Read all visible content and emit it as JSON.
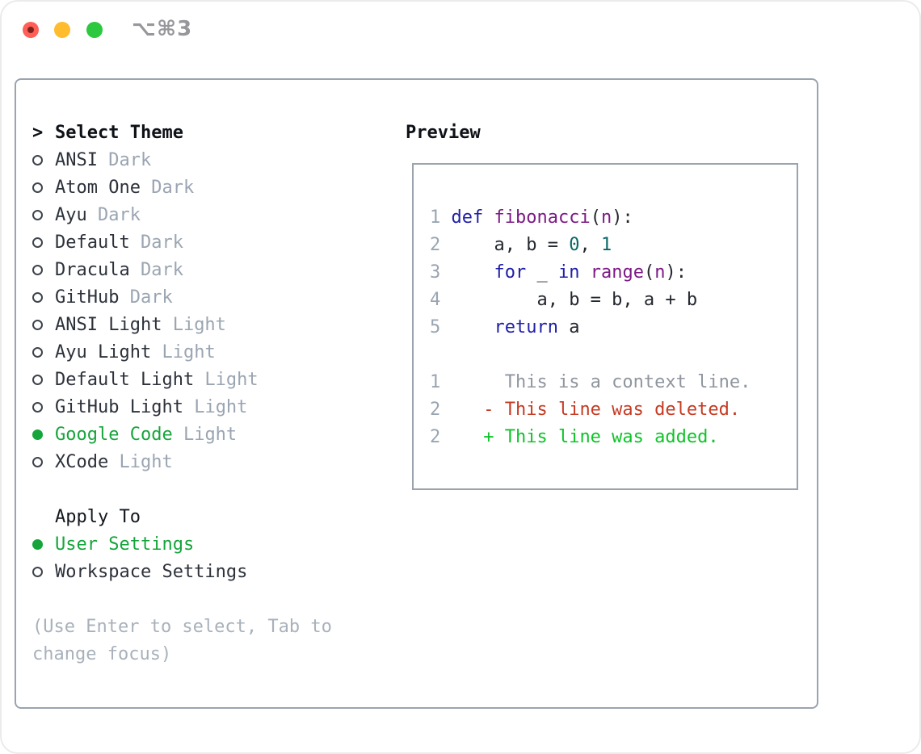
{
  "titlebar": {
    "shortcut": "⌥⌘3"
  },
  "colors": {
    "selected_green": "#16a53c",
    "keyword_blue": "#1f20a8",
    "function_purple": "#7c1a85",
    "literal_teal": "#076769",
    "diff_red": "#c63a22",
    "diff_green": "#0fc32a",
    "muted_gray": "#9aa5b2",
    "border_gray": "#9aa3ae",
    "traffic_red": "#ff5f57",
    "traffic_yellow": "#febc2e",
    "traffic_green": "#2bc840"
  },
  "theme_list": {
    "header_prefix": ">",
    "header": "Select Theme",
    "items": [
      {
        "name": "ANSI",
        "variant": "Dark",
        "selected": false
      },
      {
        "name": "Atom One",
        "variant": "Dark",
        "selected": false
      },
      {
        "name": "Ayu",
        "variant": "Dark",
        "selected": false
      },
      {
        "name": "Default",
        "variant": "Dark",
        "selected": false
      },
      {
        "name": "Dracula",
        "variant": "Dark",
        "selected": false
      },
      {
        "name": "GitHub",
        "variant": "Dark",
        "selected": false
      },
      {
        "name": "ANSI Light",
        "variant": "Light",
        "selected": false
      },
      {
        "name": "Ayu Light",
        "variant": "Light",
        "selected": false
      },
      {
        "name": "Default Light",
        "variant": "Light",
        "selected": false
      },
      {
        "name": "GitHub Light",
        "variant": "Light",
        "selected": false
      },
      {
        "name": "Google Code",
        "variant": "Light",
        "selected": true
      },
      {
        "name": "XCode",
        "variant": "Light",
        "selected": false
      }
    ]
  },
  "apply_to": {
    "header": "Apply To",
    "items": [
      {
        "name": "User Settings",
        "selected": true
      },
      {
        "name": "Workspace Settings",
        "selected": false
      }
    ]
  },
  "help": {
    "line1": "(Use Enter to select, Tab to",
    "line2": "change focus)"
  },
  "preview": {
    "header": "Preview",
    "code_lines": [
      {
        "num": "1",
        "tokens": [
          {
            "t": "def",
            "c": "kwd"
          },
          {
            "t": " ",
            "c": "pln"
          },
          {
            "t": "fibonacci",
            "c": "fn"
          },
          {
            "t": "(",
            "c": "pln"
          },
          {
            "t": "n",
            "c": "fn"
          },
          {
            "t": "):",
            "c": "pln"
          }
        ]
      },
      {
        "num": "2",
        "tokens": [
          {
            "t": "    a, b = ",
            "c": "pln"
          },
          {
            "t": "0",
            "c": "lit"
          },
          {
            "t": ", ",
            "c": "pln"
          },
          {
            "t": "1",
            "c": "lit"
          }
        ]
      },
      {
        "num": "3",
        "tokens": [
          {
            "t": "    ",
            "c": "pln"
          },
          {
            "t": "for",
            "c": "kwd"
          },
          {
            "t": " _ ",
            "c": "pln"
          },
          {
            "t": "in",
            "c": "kwd"
          },
          {
            "t": " ",
            "c": "pln"
          },
          {
            "t": "range",
            "c": "fn"
          },
          {
            "t": "(",
            "c": "pln"
          },
          {
            "t": "n",
            "c": "fn"
          },
          {
            "t": "):",
            "c": "pln"
          }
        ]
      },
      {
        "num": "4",
        "tokens": [
          {
            "t": "        a, b = b, a + b",
            "c": "pln"
          }
        ]
      },
      {
        "num": "5",
        "tokens": [
          {
            "t": "    ",
            "c": "pln"
          },
          {
            "t": "return",
            "c": "kwd"
          },
          {
            "t": " a",
            "c": "pln"
          }
        ]
      }
    ],
    "diff_lines": [
      {
        "num": "1",
        "sign": " ",
        "kind": "context",
        "text": "This is a context line."
      },
      {
        "num": "2",
        "sign": "-",
        "kind": "deleted",
        "text": "This line was deleted."
      },
      {
        "num": "2",
        "sign": "+",
        "kind": "added",
        "text": "This line was added."
      }
    ]
  }
}
